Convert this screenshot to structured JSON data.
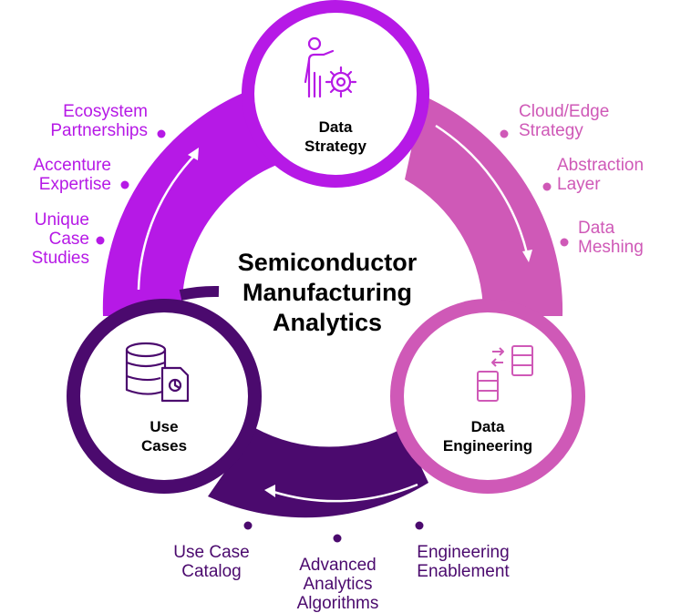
{
  "title": "Semiconductor Manufacturing Analytics",
  "colors": {
    "strategy": "#b619e6",
    "engineering": "#cf59b7",
    "use_cases": "#4b0a6e"
  },
  "nodes": {
    "strategy": {
      "title": "Data Strategy",
      "icon": "person-gear-icon"
    },
    "engineering": {
      "title": "Data Engineering",
      "icon": "database-transfer-icon"
    },
    "use_cases": {
      "title": "Use Cases",
      "icon": "database-document-icon"
    }
  },
  "labels": {
    "ecosystem": "Ecosystem Partnerships",
    "accenture": "Accenture Expertise",
    "unique": "Unique Case Studies",
    "cloud": "Cloud/Edge Strategy",
    "abstraction": "Abstraction Layer",
    "meshing": "Data Meshing",
    "use_case_catalog": "Use Case Catalog",
    "advanced": "Advanced Analytics Algorithms",
    "enablement": "Engineering Enablement"
  }
}
